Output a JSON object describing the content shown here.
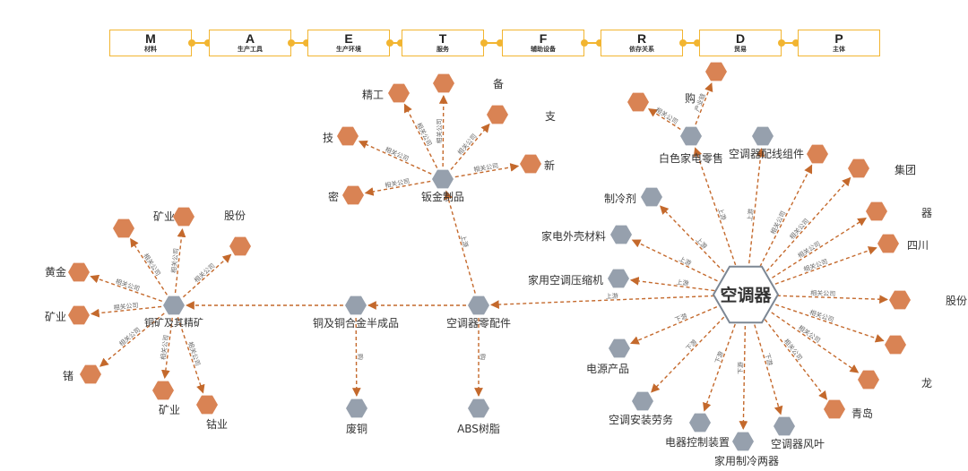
{
  "categories": [
    {
      "code": "M",
      "name": "材料"
    },
    {
      "code": "A",
      "name": "生产工具"
    },
    {
      "code": "E",
      "name": "生产环境"
    },
    {
      "code": "T",
      "name": "服务"
    },
    {
      "code": "F",
      "name": "辅助设备"
    },
    {
      "code": "R",
      "name": "依存关系"
    },
    {
      "code": "D",
      "name": "贸易"
    },
    {
      "code": "P",
      "name": "主体"
    }
  ],
  "colors": {
    "accent_border": "#f2b531",
    "company_node": "#d98354",
    "product_node": "#96a0ad",
    "edge": "#c4692c",
    "center_border": "#7c8794"
  },
  "graph": {
    "center": {
      "label": "空调器"
    },
    "nodes": {
      "bai_se": {
        "label": "白色家电零售"
      },
      "peixian": {
        "label": "空调器配线组件"
      },
      "zhilengji": {
        "label": "制冷剂"
      },
      "waike": {
        "label": "家电外壳材料"
      },
      "yasuoji": {
        "label": "家用空调压缩机"
      },
      "lingpeijian": {
        "label": "空调器零配件"
      },
      "tong_banchengpin": {
        "label": "铜及铜合金半成品"
      },
      "tongkuang": {
        "label": "铜矿及其精矿"
      },
      "banjin": {
        "label": "钣金制品"
      },
      "feitong": {
        "label": "废铜"
      },
      "abs": {
        "label": "ABS树脂"
      },
      "dianyuan": {
        "label": "电源产品"
      },
      "anzhuang": {
        "label": "空调安装劳务"
      },
      "dianqi_kongzhi": {
        "label": "电器控制装置"
      },
      "zhileng_qi": {
        "label": "家用制冷两器"
      },
      "fengye": {
        "label": "空调器风叶"
      }
    },
    "companies": {
      "jingong": "精工",
      "ji": "技",
      "mi": "密",
      "bei": "备",
      "zhi": "支",
      "gou": "购",
      "jituan": "集团",
      "qi": "器",
      "sichuan": "四川",
      "gufen": "股份",
      "qingdao": "青岛",
      "long": "龙",
      "kuangye_top": "矿业",
      "gufen_left": "股份",
      "huangjin": "黄金",
      "kuangye_left": "矿业",
      "zhu": "锗",
      "kuangye_bottom": "矿业",
      "guye": "钴业",
      "xin": "新"
    },
    "edge_labels": {
      "upstream": "上游",
      "downstream": "下游",
      "related_company": "相关公司",
      "purchase": "购",
      "industry_chain": "产业链"
    }
  }
}
